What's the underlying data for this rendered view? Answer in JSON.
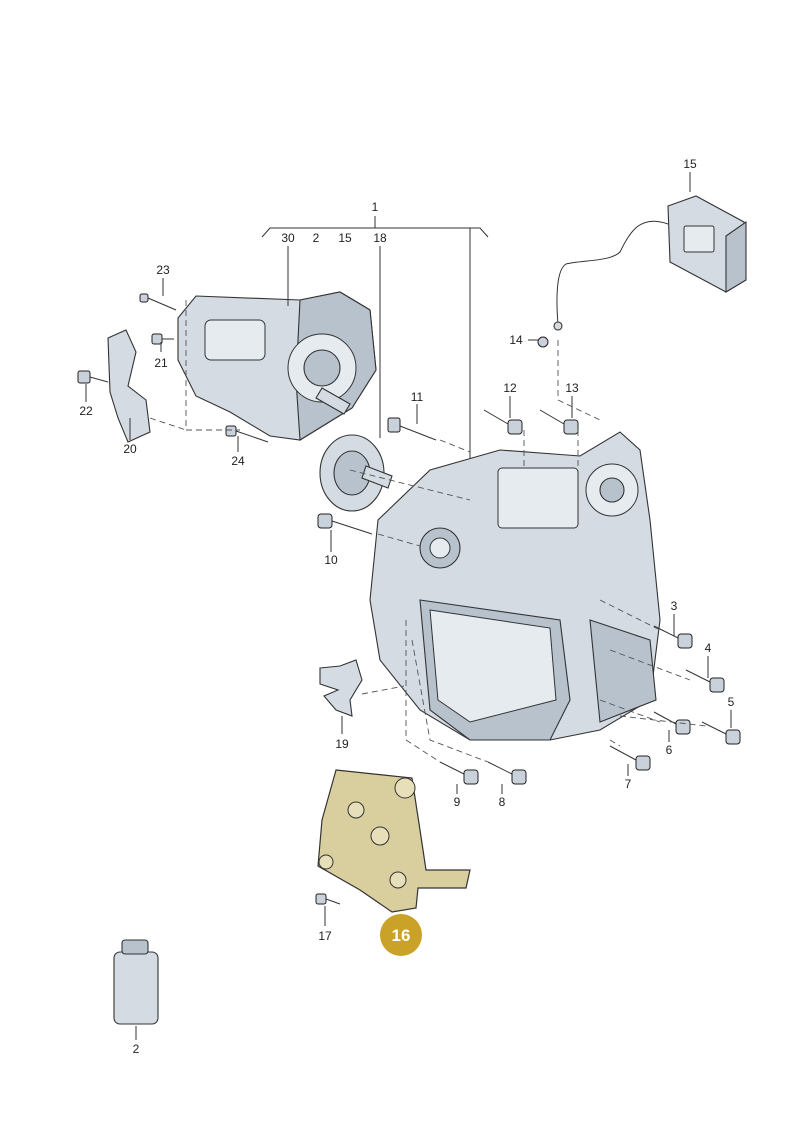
{
  "diagram": {
    "callouts": {
      "c1": "1",
      "c30": "30",
      "c2_top": "2",
      "c15_top": "15",
      "c18": "18",
      "c23": "23",
      "c21": "21",
      "c22": "22",
      "c20": "20",
      "c24": "24",
      "c15": "15",
      "c14": "14",
      "c12": "12",
      "c13": "13",
      "c11": "11",
      "c10": "10",
      "c3": "3",
      "c4": "4",
      "c5": "5",
      "c6": "6",
      "c7": "7",
      "c8": "8",
      "c9": "9",
      "c19": "19",
      "c17": "17",
      "c2_bottom": "2"
    },
    "highlighted": {
      "label": "16",
      "badge_color": "#c9a227",
      "part_color": "#d9cf9e"
    }
  }
}
